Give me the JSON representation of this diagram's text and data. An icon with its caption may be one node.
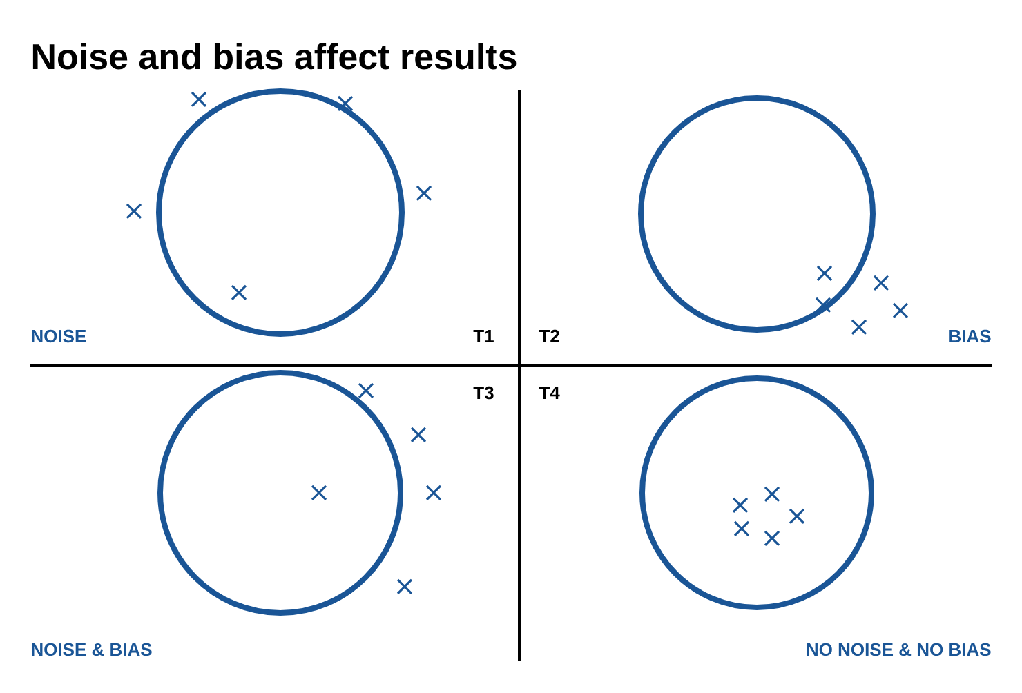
{
  "diagram": {
    "title": "Noise and bias affect results",
    "labels": [
      "NOISE",
      "T1",
      "T2",
      "BIAS",
      "T3",
      "T4",
      "NOISE & BIAS",
      "NO NOISE & NO BIAS"
    ]
  }
}
